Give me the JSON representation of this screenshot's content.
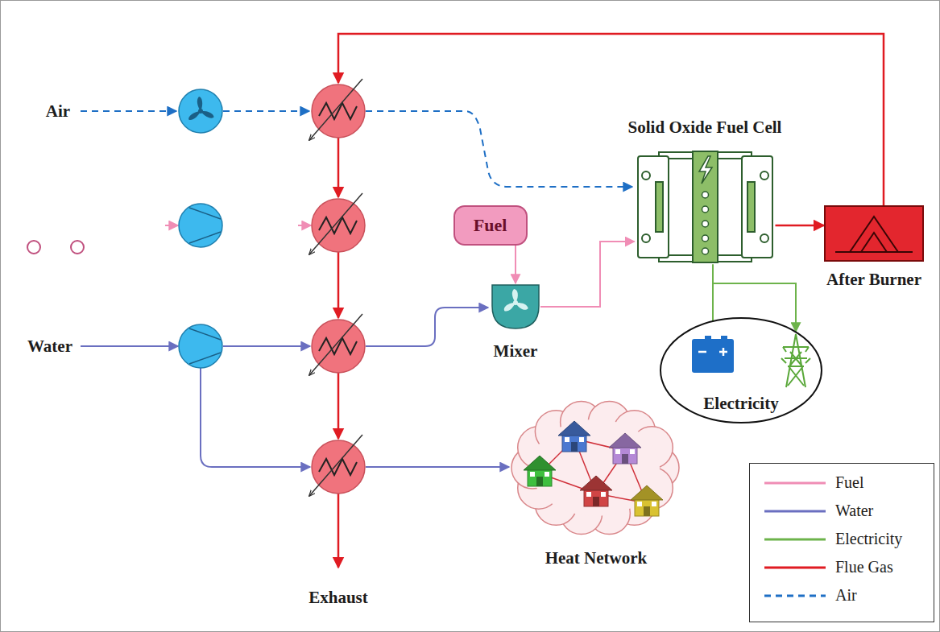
{
  "diagram": {
    "nodes": [
      {
        "text": [
          "Fuel"
        ]
      },
      {
        "text": [
          "Mixer"
        ]
      },
      {
        "text": [
          "Solid Oxide Fuel Cell"
        ]
      },
      {
        "text": [
          "After Burner"
        ]
      },
      {
        "text": [
          "Electricity"
        ]
      },
      {
        "text": [
          "Heat Network"
        ]
      }
    ],
    "edges": [
      {
        "from": 0,
        "to": 1,
        "arrow": "to"
      },
      {
        "from": 1,
        "to": 2,
        "arrow": "to"
      },
      {
        "from": 2,
        "to": 3,
        "arrow": "to"
      },
      {
        "from": 2,
        "to": 4,
        "arrow": "to"
      }
    ],
    "labels": [
      "Air",
      "Water",
      "Exhaust"
    ],
    "legend": [
      {
        "text": "Fuel"
      },
      {
        "text": "Water"
      },
      {
        "text": "Electricity"
      },
      {
        "text": "Flue Gas"
      },
      {
        "text": "Air"
      }
    ]
  }
}
